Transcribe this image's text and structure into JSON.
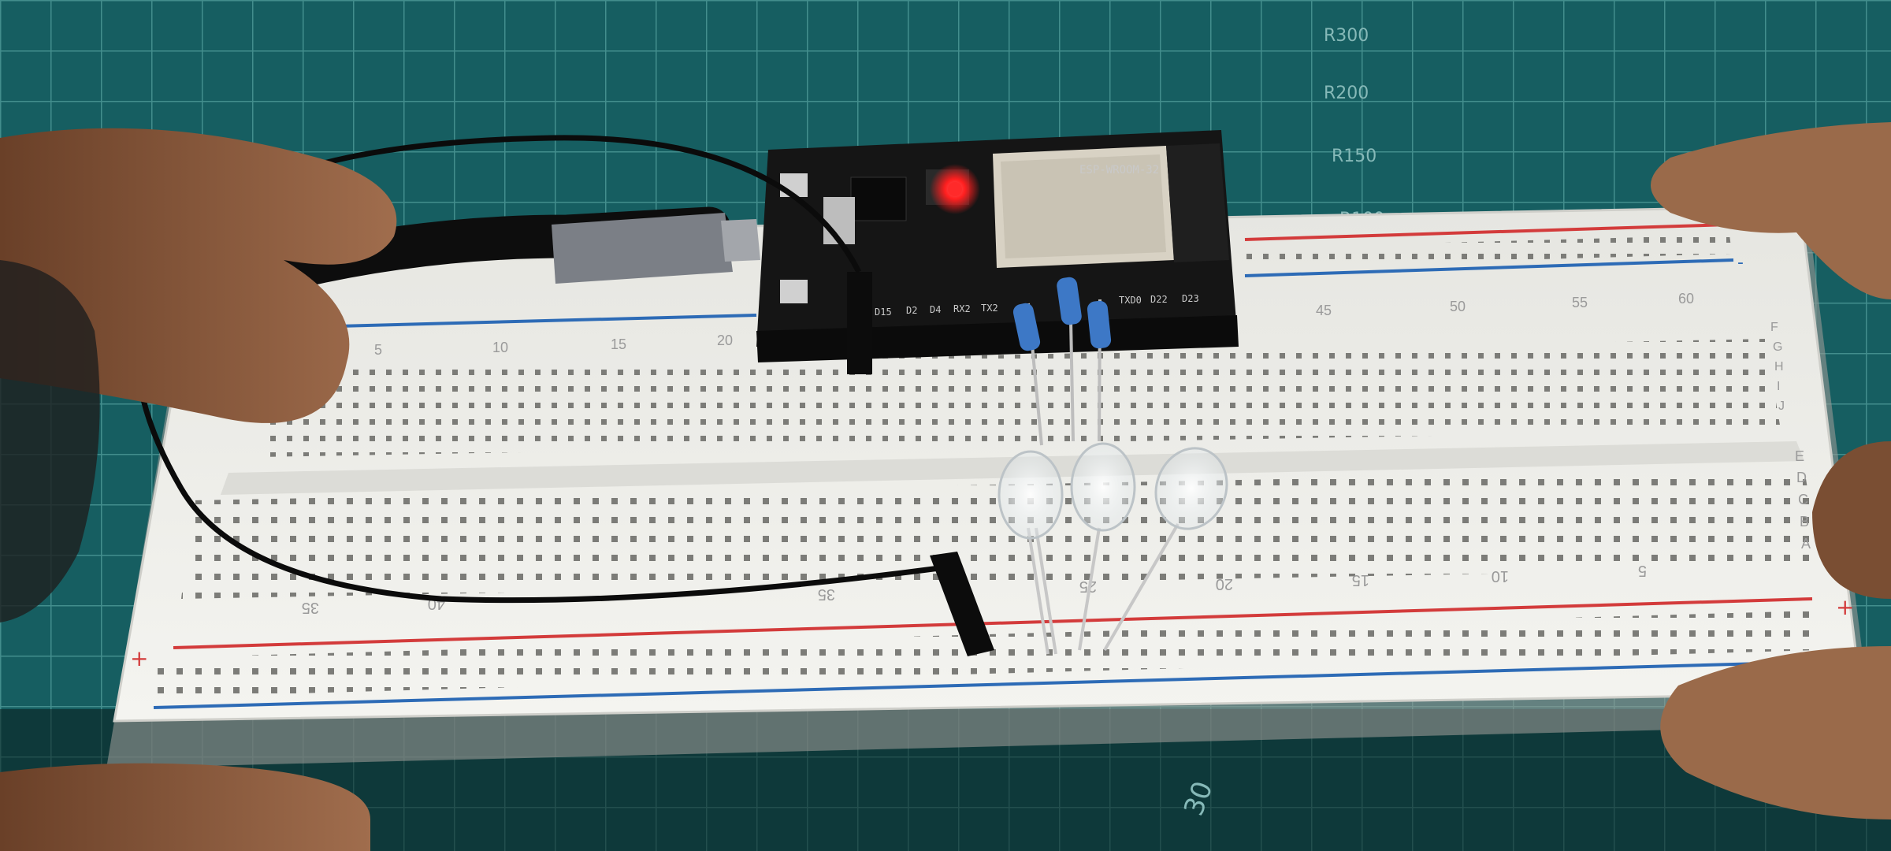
{
  "scene": {
    "title": "",
    "colors": {
      "mat": "#1b6f72",
      "mat_grid": "#4fa7a6",
      "breadboard": "#efefea",
      "rail_red": "#d33b3b",
      "rail_blue": "#2d6bb6",
      "board_pcb": "#151515",
      "wifi_shield": "#d8d2c4",
      "power_led": "#ff2a2a",
      "skin": "#8a5a3c",
      "cable": "#111111"
    }
  },
  "mat_labels": {
    "r300": "R300",
    "r200": "R200",
    "r150": "R150",
    "r100": "R100",
    "corner": "30"
  },
  "breadboard": {
    "top_numbers": [
      "5",
      "10",
      "15",
      "20",
      "45",
      "50",
      "55",
      "60"
    ],
    "bottom_numbers": [
      "35",
      "40",
      "35",
      "25",
      "20",
      "15",
      "10",
      "5"
    ],
    "top_row_letters": [
      "F",
      "G",
      "H",
      "I",
      "J"
    ],
    "bottom_row_letters": [
      "E",
      "D",
      "C",
      "B",
      "A"
    ],
    "rail_symbols": {
      "plus_top": "+",
      "minus_top": "-",
      "plus_bottom": "+",
      "minus_bottom": "-",
      "plus_left": "+"
    }
  },
  "board": {
    "chip_label": "ESP-WROOM-32",
    "pin_labels": {
      "p1": "D15",
      "p2": "D2",
      "p3": "D4",
      "p4": "RX2",
      "p5": "TX2",
      "p6": "TXD0",
      "p7": "D22",
      "p8": "D23"
    }
  }
}
